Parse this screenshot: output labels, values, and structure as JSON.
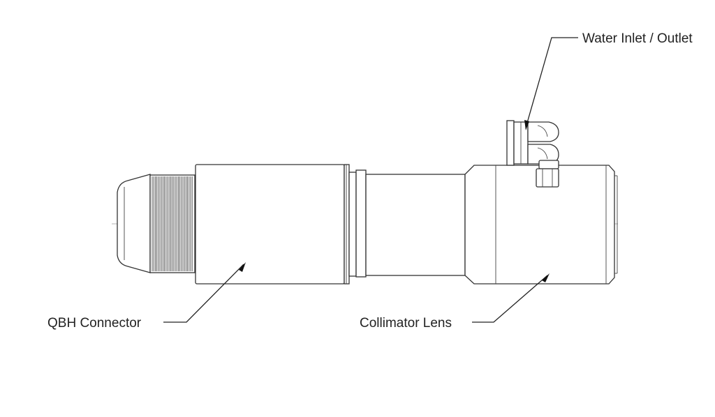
{
  "labels": {
    "water": "Water Inlet / Outlet",
    "qbh": "QBH Connector",
    "collimator": "Collimator Lens"
  },
  "colors": {
    "line": "#333333",
    "text": "#222222",
    "background": "#ffffff"
  }
}
